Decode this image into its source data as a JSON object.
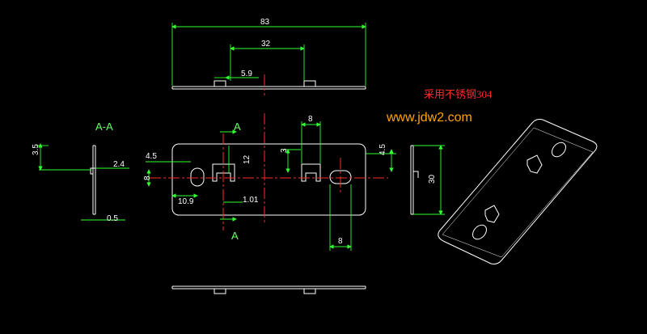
{
  "section_label": "A-A",
  "cut_markers": [
    "A",
    "A"
  ],
  "note_material": "采用不锈钢304",
  "note_website": "www.jdw2.com",
  "dimensions": {
    "top_overall": "83",
    "top_slot_spacing": "32",
    "top_tab_offset": "5.9",
    "section_height": "3.5",
    "section_tab": "2.4",
    "section_thickness": "0.5",
    "front_hole_height": "4.5",
    "front_hole_width": "8",
    "front_hole_offset": "10.9",
    "front_tab_offset": "1.01",
    "front_tab_height": "12",
    "front_slot_depth": "3",
    "front_slot_width": "8",
    "front_right_hole_width": "8",
    "side_tab_height": "4.5",
    "side_total_height": "30"
  },
  "colors": {
    "background": "#000000",
    "outline": "#ffffff",
    "dimension": "#33ff33",
    "centerline": "#ff2a2a",
    "material_note": "#ff2a2a",
    "website_note": "#ffa500"
  }
}
